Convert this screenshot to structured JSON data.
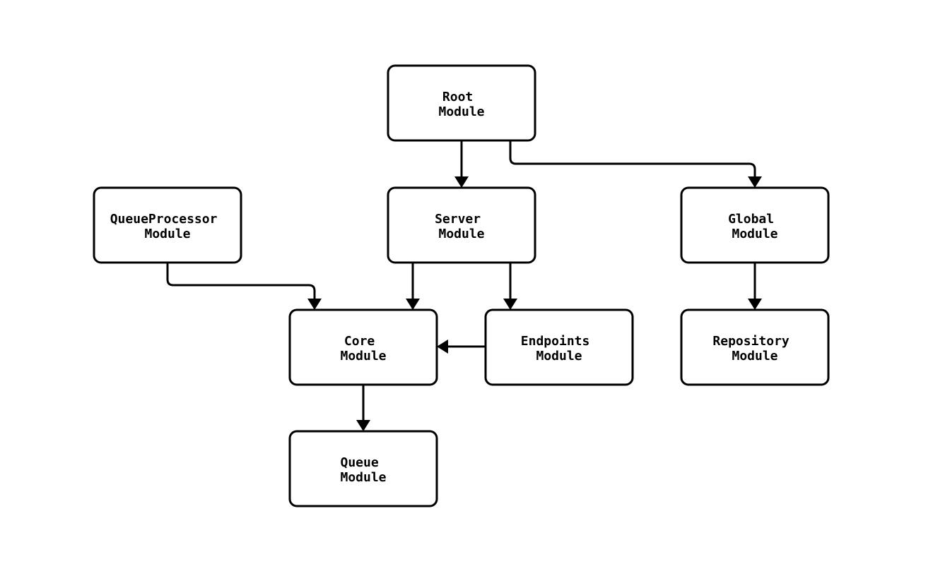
{
  "diagram": {
    "type": "module-dependency-flowchart",
    "colors": {
      "background": "#ffffff",
      "node_fill": "#ffffff",
      "node_border": "#000000",
      "edge_stroke": "#000000",
      "text": "#000000"
    },
    "nodes": {
      "root": {
        "line1": "Root",
        "line2": "Module"
      },
      "queueprocessor": {
        "line1": "QueueProcessor",
        "line2": "Module"
      },
      "server": {
        "line1": "Server",
        "line2": "Module"
      },
      "global": {
        "line1": "Global",
        "line2": "Module"
      },
      "core": {
        "line1": "Core",
        "line2": "Module"
      },
      "endpoints": {
        "line1": "Endpoints",
        "line2": "Module"
      },
      "repository": {
        "line1": "Repository",
        "line2": "Module"
      },
      "queue": {
        "line1": "Queue",
        "line2": "Module"
      }
    },
    "edges": [
      {
        "from": "Root Module",
        "to": "Server Module"
      },
      {
        "from": "Root Module",
        "to": "Global Module"
      },
      {
        "from": "QueueProcessor Module",
        "to": "Core Module"
      },
      {
        "from": "Server Module",
        "to": "Core Module"
      },
      {
        "from": "Server Module",
        "to": "Endpoints Module"
      },
      {
        "from": "Endpoints Module",
        "to": "Core Module"
      },
      {
        "from": "Global Module",
        "to": "Repository Module"
      },
      {
        "from": "Core Module",
        "to": "Queue Module"
      }
    ]
  }
}
